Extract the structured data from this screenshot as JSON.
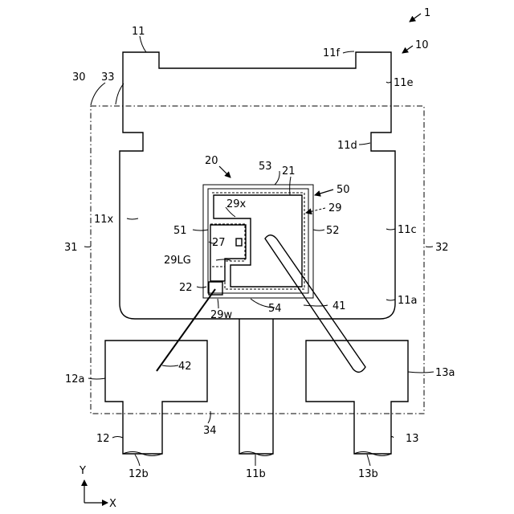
{
  "labels": {
    "l1": "1",
    "l10": "10",
    "l11": "11",
    "l11f": "11f",
    "l11e": "11e",
    "l11d": "11d",
    "l11c": "11c",
    "l11a": "11a",
    "l11x": "11x",
    "l11b": "11b",
    "l30": "30",
    "l33": "33",
    "l31": "31",
    "l32": "32",
    "l34": "34",
    "l20": "20",
    "l53": "53",
    "l21": "21",
    "l50": "50",
    "l29": "29",
    "l29x": "29x",
    "l51": "51",
    "l52": "52",
    "l27": "27",
    "l29LG": "29LG",
    "l22": "22",
    "l29w": "29w",
    "l54": "54",
    "l41": "41",
    "l42": "42",
    "l12a": "12a",
    "l13a": "13a",
    "l12": "12",
    "l13": "13",
    "l12b": "12b",
    "l13b": "13b",
    "axisY": "Y",
    "axisX": "X"
  }
}
